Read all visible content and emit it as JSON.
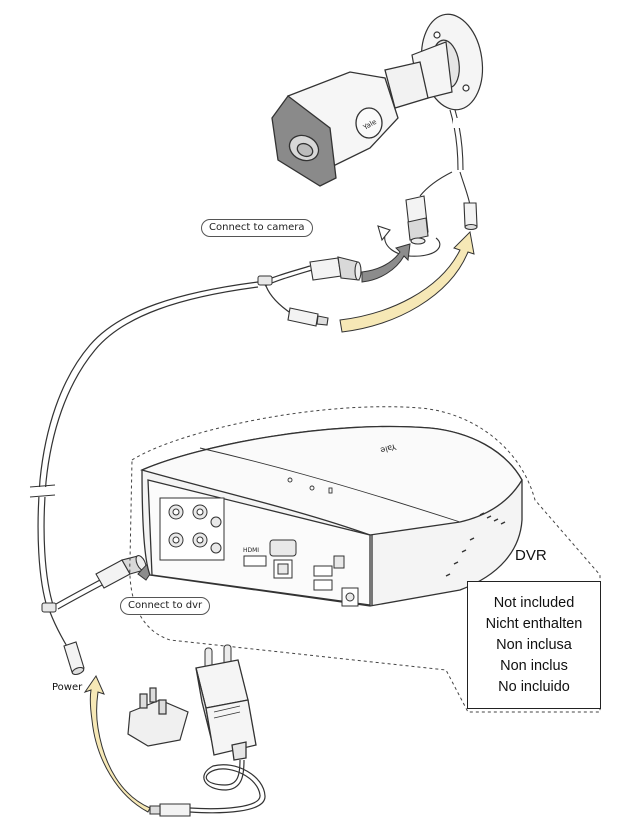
{
  "labels": {
    "connect_camera": "Connect to camera",
    "connect_dvr": "Connect to dvr",
    "power": "Power",
    "dvr": "DVR"
  },
  "not_included": [
    "Not included",
    "Nicht enthalten",
    "Non inclusa",
    "Non inclus",
    "No incluido"
  ],
  "logos": {
    "camera_brand": "Yale",
    "dvr_brand": "Yale",
    "hdmi_port": "HDMI"
  },
  "colors": {
    "line": "#333333",
    "device_body": "#f4f4f4",
    "camera_front": "#8a8a8a",
    "arrow_gray": "#8c8c8c",
    "arrow_yellow": "#f6e8b6"
  }
}
